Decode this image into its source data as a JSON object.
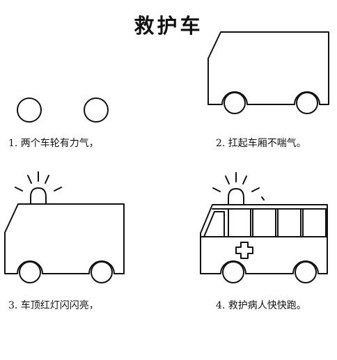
{
  "title": "救护车",
  "steps": [
    {
      "caption": "1. 两个车轮有力气，"
    },
    {
      "caption": "2. 扛起车厢不喘气。"
    },
    {
      "caption": "3. 车顶红灯闪闪亮，"
    },
    {
      "caption": "4. 救护病人快快跑。"
    }
  ]
}
